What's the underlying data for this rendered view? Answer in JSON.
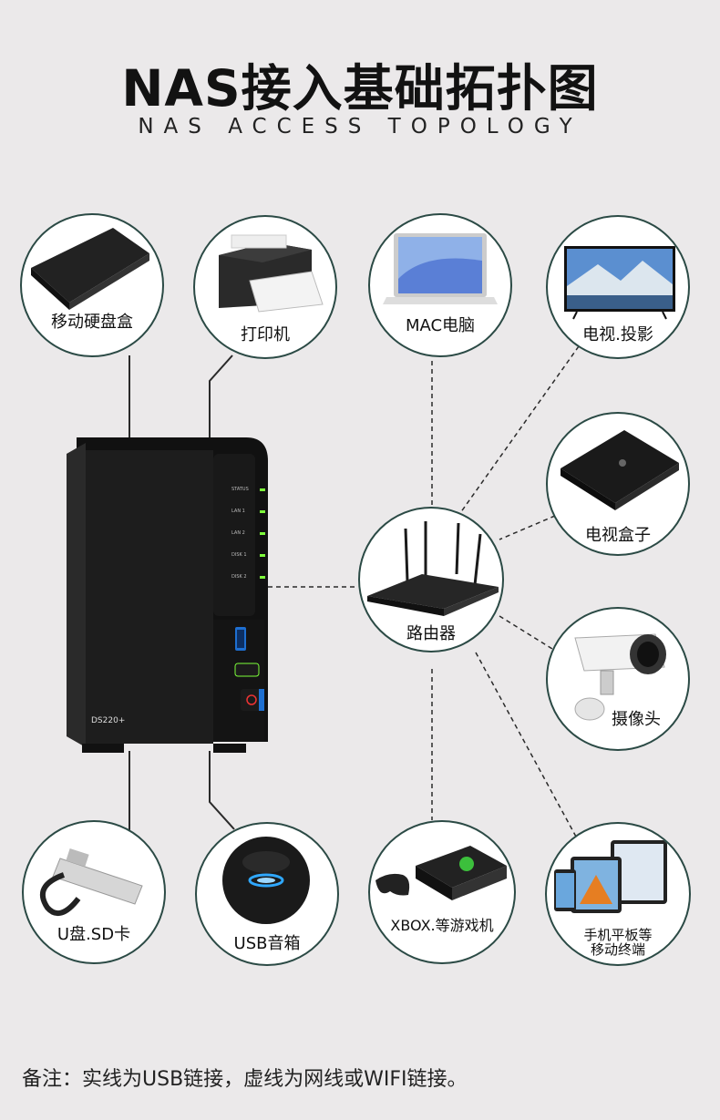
{
  "header": {
    "title": "NAS接入基础拓扑图",
    "subtitle": "NAS ACCESS TOPOLOGY"
  },
  "nas": {
    "model": "DS220+",
    "leds": [
      "STATUS",
      "LAN 1",
      "LAN 2",
      "DISK 1",
      "DISK 2"
    ]
  },
  "router": {
    "label": "路由器"
  },
  "devices": {
    "portable_hdd": {
      "label": "移动硬盘盒"
    },
    "printer": {
      "label": "打印机"
    },
    "mac": {
      "label": "MAC电脑"
    },
    "tv": {
      "label": "电视.投影"
    },
    "tv_box": {
      "label": "电视盒子"
    },
    "camera": {
      "label": "摄像头"
    },
    "usb_sd": {
      "label": "U盘.SD卡"
    },
    "usb_speaker": {
      "label": "USB音箱"
    },
    "xbox": {
      "label": "XBOX.等游戏机"
    },
    "mobile": {
      "label_line1": "手机平板等",
      "label_line2": "移动终端"
    }
  },
  "colors": {
    "background": "#ebe9ea",
    "node_border": "#2b4a45",
    "solid_line": "#2a2a2a",
    "dashed_line": "#2a2a2a",
    "led_green": "#7dff3a",
    "nas_body": "#1c1c1c"
  },
  "legend_note": "备注：实线为USB链接，虚线为网线或WIFI链接。"
}
